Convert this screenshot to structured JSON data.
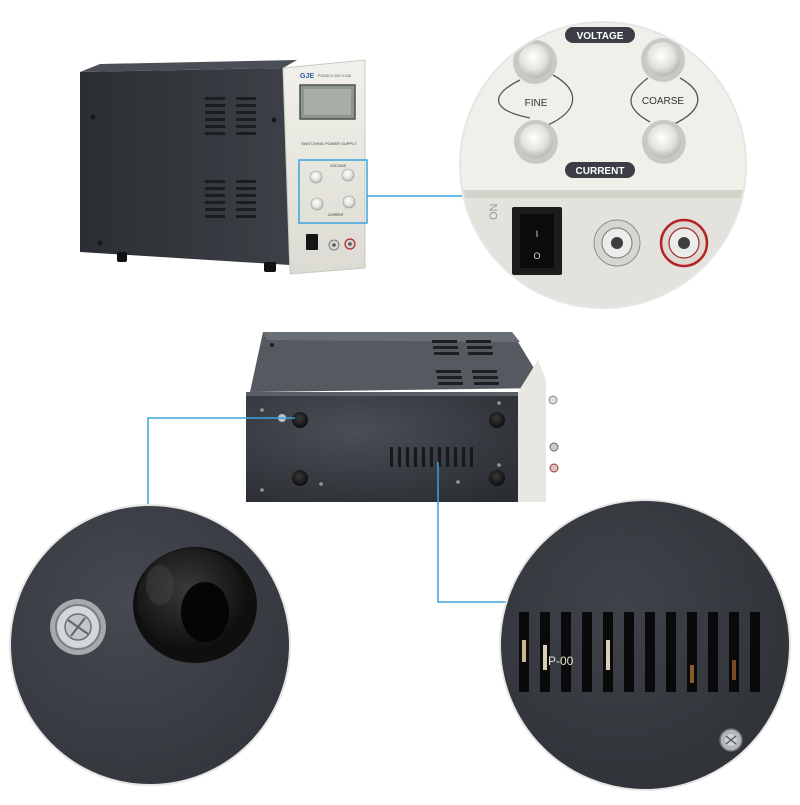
{
  "product": {
    "brand": "GJE",
    "model": "PS3010 0-30V 0-10A",
    "panel_label": "SWITCHING POWER SUPPLY",
    "small_voltage_label": "VOLTAGE",
    "small_current_label": "CURRENT"
  },
  "zoom_front": {
    "voltage_label": "VOLTAGE",
    "current_label": "CURRENT",
    "fine_label": "FINE",
    "coarse_label": "COARSE",
    "on_label": "ON",
    "switch_symbol_on": "I",
    "switch_symbol_off": "O"
  },
  "zoom_vent": {
    "visible_text": "P-00"
  },
  "colors": {
    "callout_line": "#3aa3d9",
    "chassis": "#3b3f45",
    "front_panel": "#e9e8e1",
    "background": "#ffffff"
  }
}
